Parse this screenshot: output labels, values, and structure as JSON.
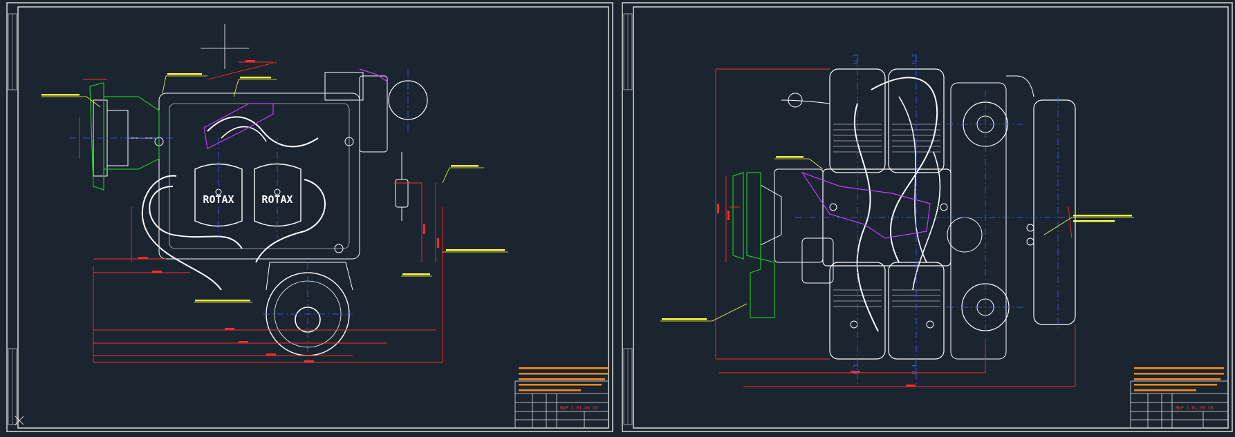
{
  "app": {
    "background": "#1b2530",
    "colors": {
      "line": "#ffffff",
      "dimension": "#ff2a2a",
      "center": "#3b5cff",
      "accent_green": "#19c41e",
      "accent_magenta": "#c43cff",
      "label": "#ffff3a",
      "note": "#ff8a1a"
    }
  },
  "sheet_left": {
    "engine_logos": [
      "ROTAX",
      "ROTAX"
    ],
    "title_block": {
      "code": "ВКР 1.01.00 СБ"
    }
  },
  "sheet_right": {
    "cylinder_labels": [
      "Ц.1",
      "Ц.2",
      "Ц.3",
      "Ц.4"
    ],
    "title_block": {
      "code": "ВКР 1.01.00 СБ"
    }
  },
  "icons": {
    "ucs": "ucs-axis-icon"
  }
}
